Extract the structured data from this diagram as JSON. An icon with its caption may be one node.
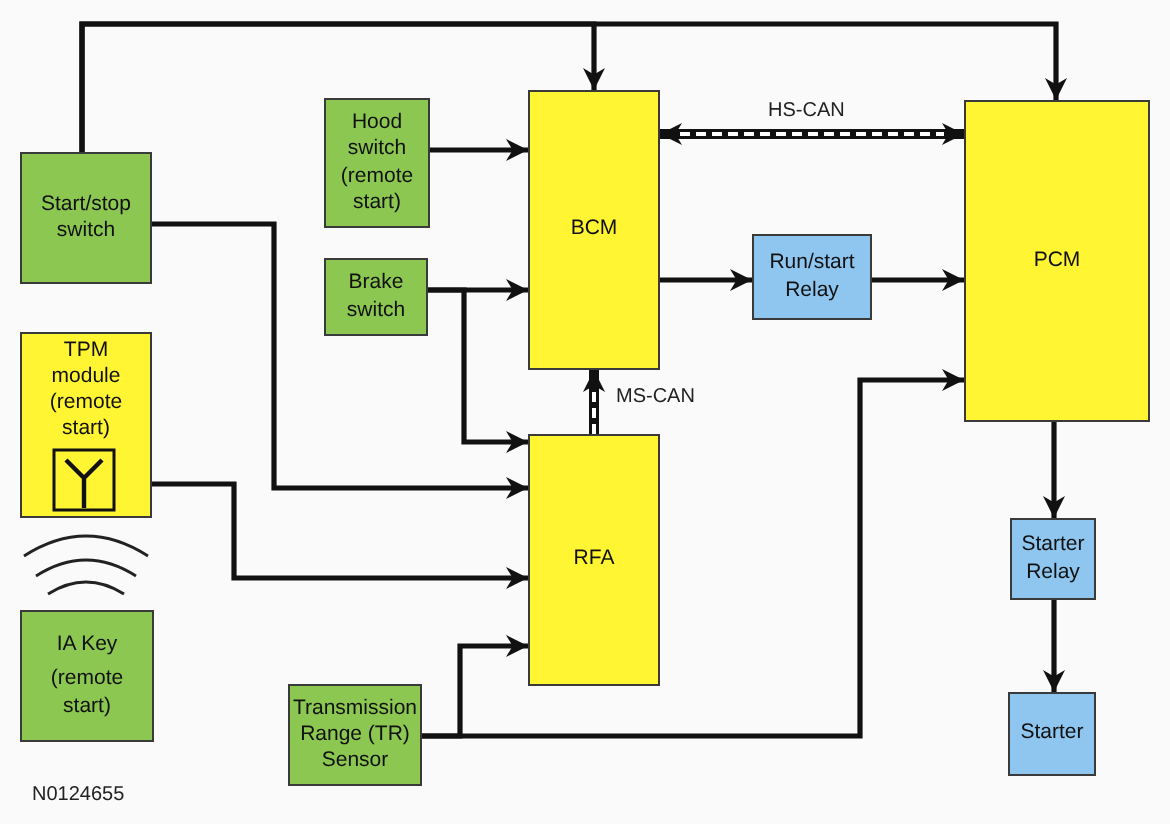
{
  "diagram": {
    "nodes": [
      {
        "text": [
          "Start/stop switch"
        ]
      },
      {
        "text": [
          "Hood switch (remote start)"
        ]
      },
      {
        "text": [
          "BCM"
        ]
      },
      {
        "text": [
          "PCM"
        ]
      },
      {
        "text": [
          "Brake switch"
        ]
      },
      {
        "text": [
          "Run/start Relay"
        ]
      },
      {
        "text": [
          "TPM module (remote start)"
        ]
      },
      {
        "text": [
          "RFA"
        ]
      },
      {
        "text": [
          "Starter Relay"
        ]
      },
      {
        "text": [
          "IA Key",
          "(remote start)"
        ]
      },
      {
        "text": [
          "Transmission Range (TR) Sensor"
        ]
      },
      {
        "text": [
          "Starter"
        ]
      }
    ],
    "edges": [
      {
        "from": 0,
        "to": 2,
        "arrow": "to"
      },
      {
        "from": 0,
        "to": 3,
        "arrow": "to"
      },
      {
        "from": 0,
        "to": 7,
        "arrow": "to"
      },
      {
        "from": 1,
        "to": 2,
        "arrow": "to"
      },
      {
        "from": 4,
        "to": 2,
        "arrow": "to"
      },
      {
        "from": 4,
        "to": 7,
        "arrow": "to"
      },
      {
        "from": 2,
        "to": 3,
        "arrow": "both",
        "label": "HS-CAN",
        "style": "thick"
      },
      {
        "from": 7,
        "to": 2,
        "arrow": "to",
        "label": "MS-CAN",
        "style": "thick"
      },
      {
        "from": 2,
        "to": 5,
        "arrow": "to"
      },
      {
        "from": 5,
        "to": 3,
        "arrow": "to"
      },
      {
        "from": 6,
        "to": 7,
        "arrow": "to"
      },
      {
        "from": 10,
        "to": 7,
        "arrow": "to"
      },
      {
        "from": 10,
        "to": 3,
        "arrow": "to"
      },
      {
        "from": 3,
        "to": 8,
        "arrow": "to"
      },
      {
        "from": 8,
        "to": 11,
        "arrow": "to"
      }
    ],
    "labels": [
      "N0124655"
    ]
  }
}
